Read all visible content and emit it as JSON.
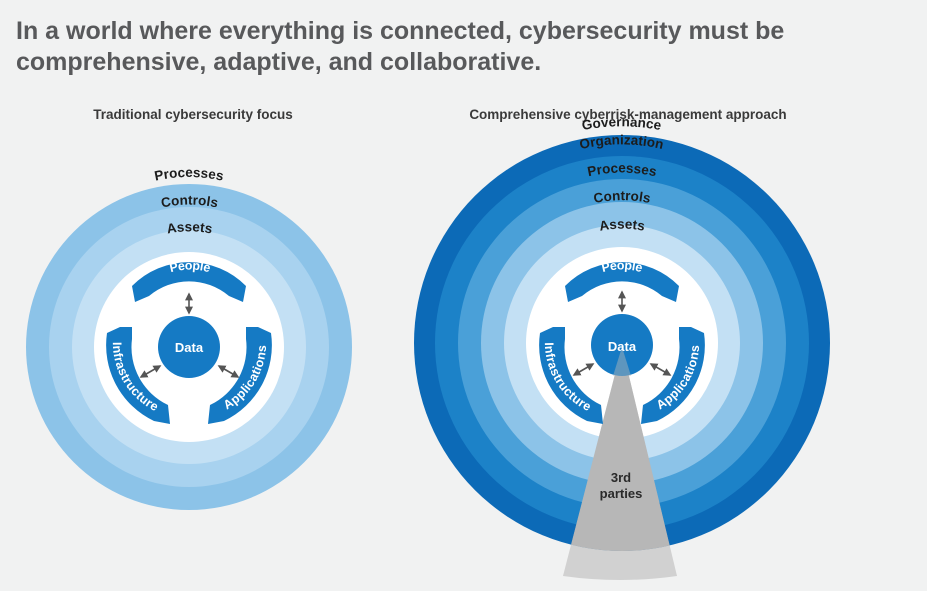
{
  "headline": {
    "line1": "In a world where everything is connected, cybersecurity must be",
    "line2": "comprehensive, adaptive, and collaborative."
  },
  "left_diagram": {
    "title": "Traditional cybersecurity focus",
    "rings": [
      "Processes",
      "Controls",
      "Assets"
    ],
    "arrows": [
      "People",
      "Infrastructure",
      "Applications"
    ],
    "center": "Data"
  },
  "right_diagram": {
    "title": "Comprehensive cyberrisk-management approach",
    "rings": [
      "Governance",
      "Organization",
      "Processes",
      "Controls",
      "Assets"
    ],
    "arrows": [
      "People",
      "Infrastructure",
      "Applications"
    ],
    "center": "Data",
    "wedge_label_line1": "3rd",
    "wedge_label_line2": "parties"
  },
  "colors": {
    "background": "#f1f2f2",
    "headline": "#58595b",
    "ring_darkest": "#0c6ab7",
    "ring_dark": "#1c82c8",
    "ring_mid": "#4aa0d8",
    "ring_light": "#8cc3e8",
    "ring_lightest": "#c3e0f4",
    "core": "#ffffff",
    "accent": "#157ac4",
    "wedge": "#b7b7b7"
  }
}
